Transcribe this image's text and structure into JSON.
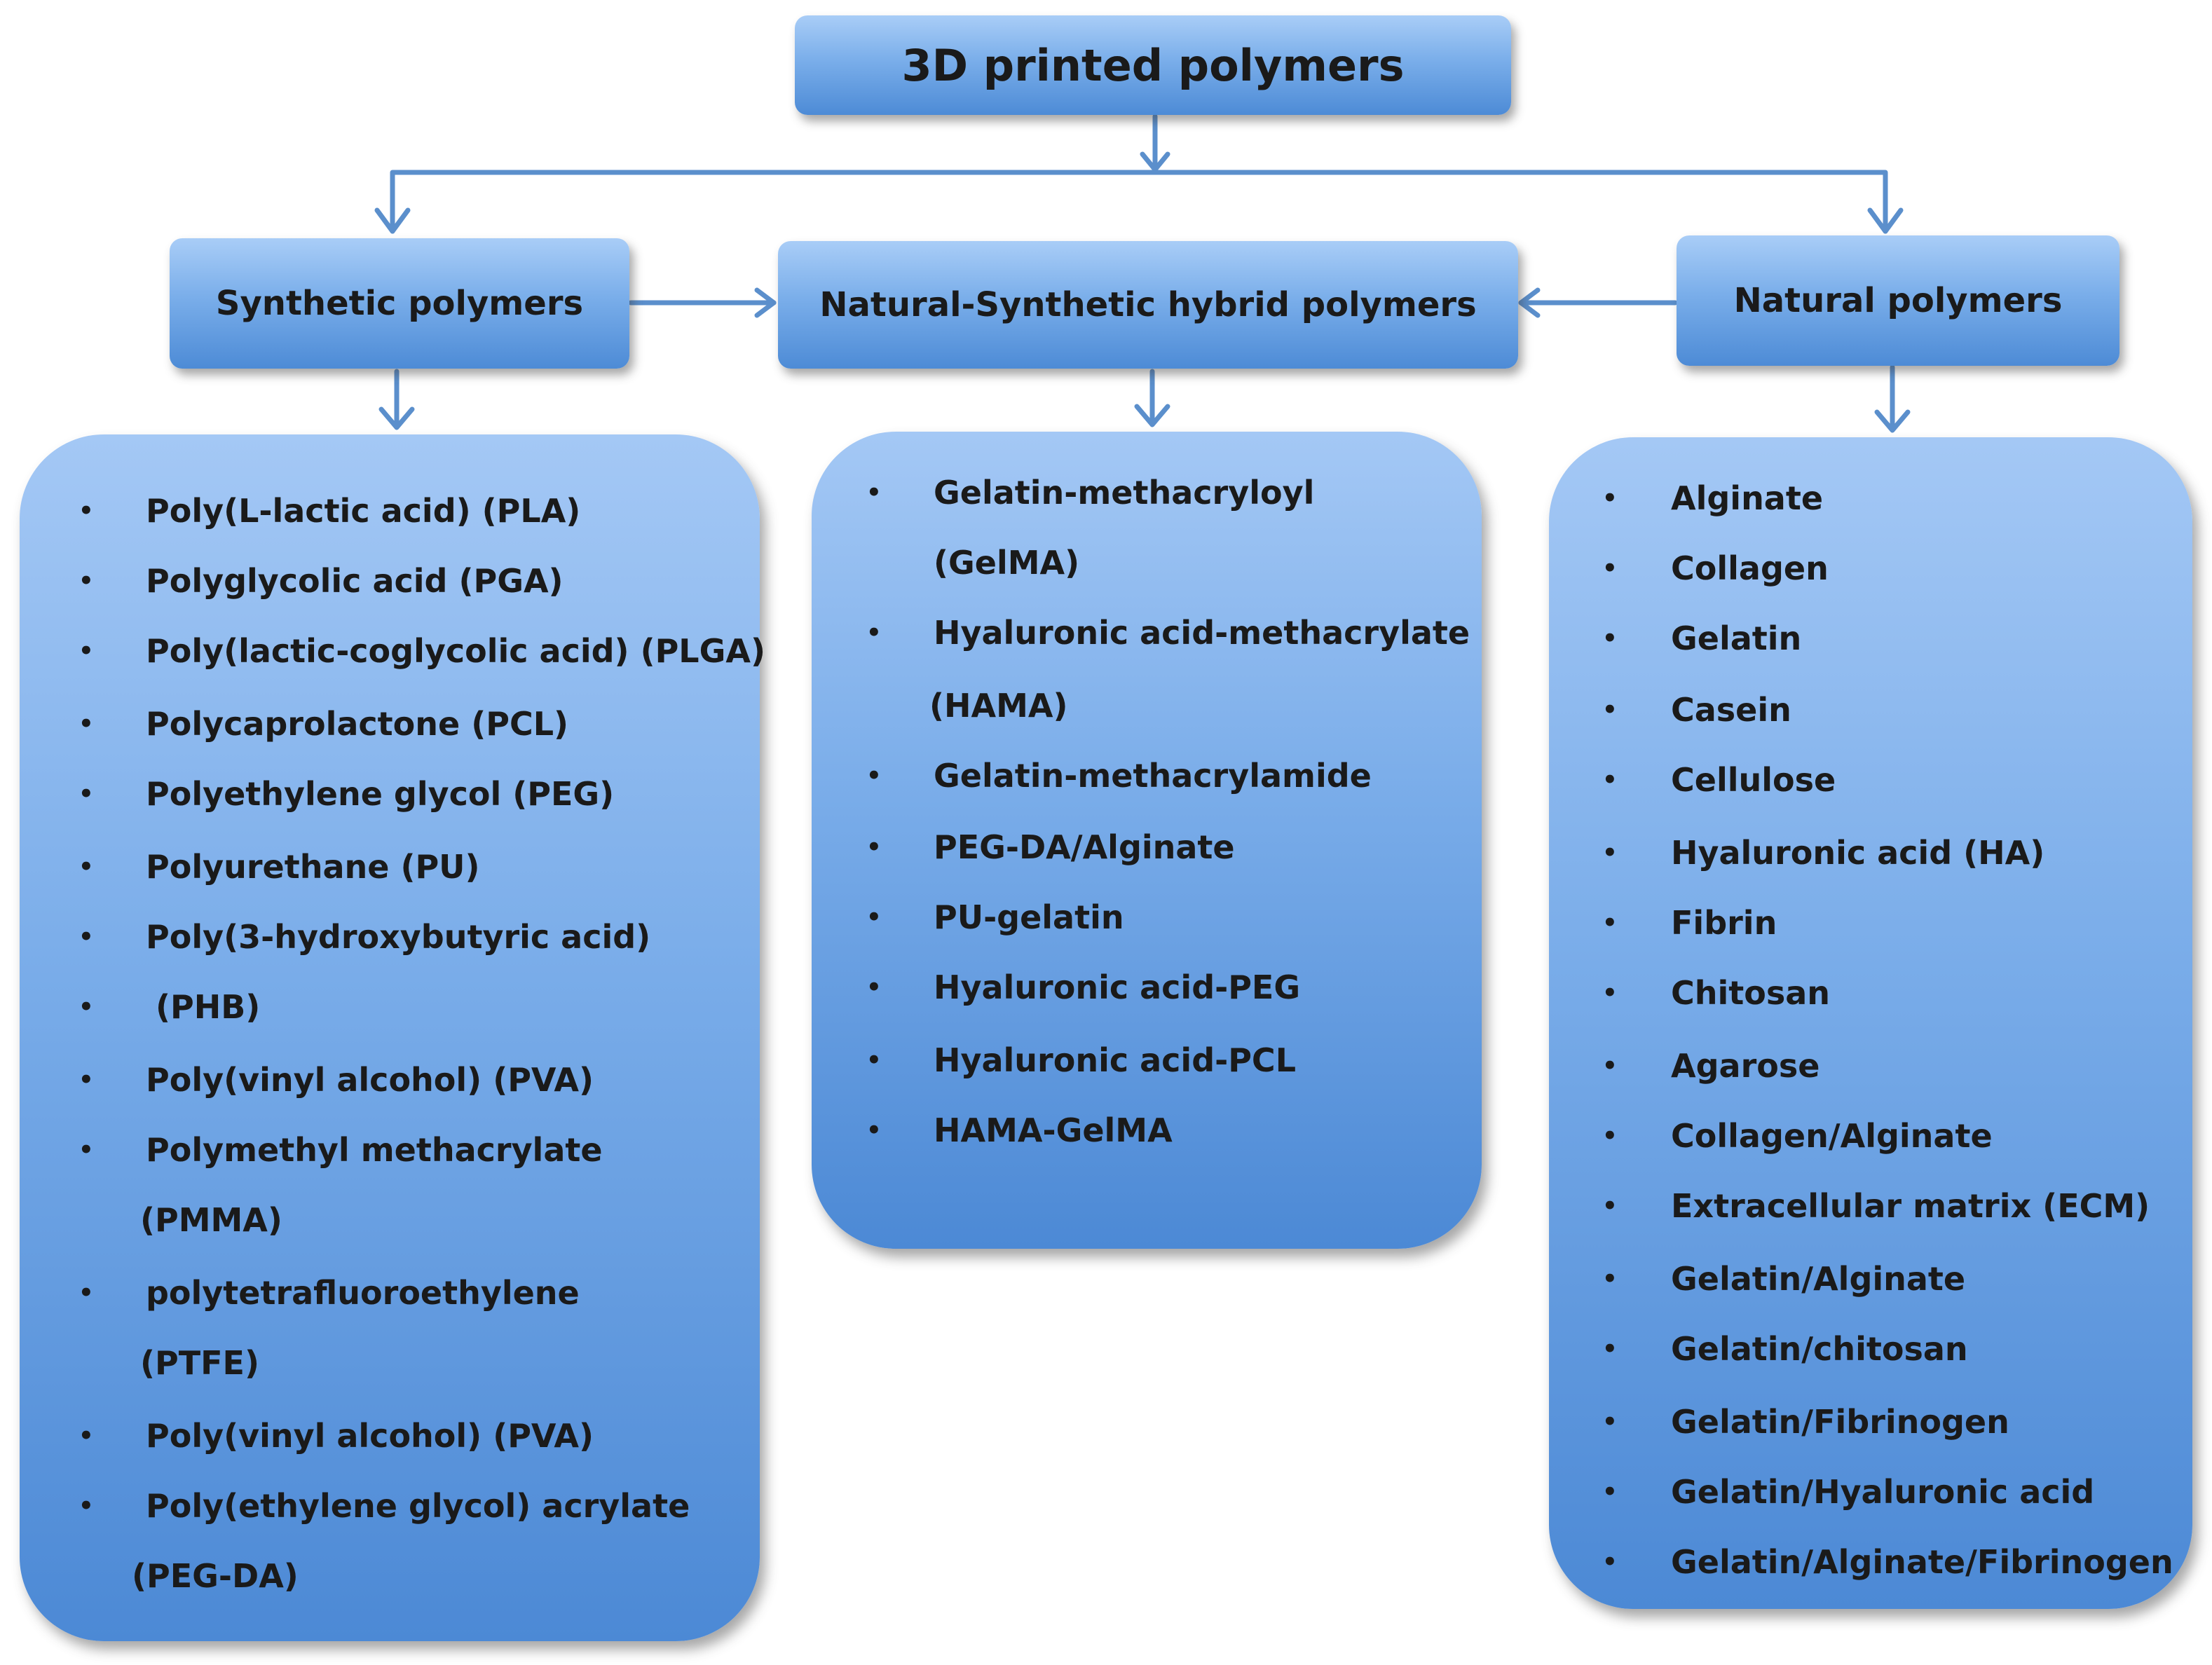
{
  "title": "3D printed polymers",
  "categories": {
    "synthetic": "Synthetic polymers",
    "hybrid": "Natural-Synthetic hybrid polymers",
    "natural": "Natural polymers"
  },
  "synthetic_lines": [
    "Poly(L-lactic acid) (PLA)",
    "Polyglycolic acid (PGA)",
    "Poly(lactic-coglycolic acid) (PLGA)",
    "Polycaprolactone (PCL)",
    "Polyethylene glycol (PEG)",
    "Polyurethane (PU)",
    "Poly(3-hydroxybutyric acid)",
    "(PHB)",
    "Poly(vinyl alcohol) (PVA)",
    "Polymethyl methacrylate",
    "(PMMA)",
    "polytetrafluoroethylene",
    "(PTFE)",
    "Poly(vinyl alcohol) (PVA)",
    "Poly(ethylene glycol) acrylate",
    "(PEG-DA)"
  ],
  "hybrid_lines": [
    "Gelatin-methacryloyl",
    "(GelMA)",
    "Hyaluronic acid-methacrylate",
    "(HAMA)",
    "Gelatin-methacrylamide",
    "PEG-DA/Alginate",
    "PU-gelatin",
    "Hyaluronic acid-PEG",
    "Hyaluronic acid-PCL",
    "HAMA-GelMA"
  ],
  "natural_lines": [
    "Alginate",
    "Collagen",
    "Gelatin",
    "Casein",
    "Cellulose",
    "Hyaluronic acid (HA)",
    "Fibrin",
    "Chitosan",
    "Agarose",
    "Collagen/Alginate",
    "Extracellular matrix (ECM)",
    "Gelatin/Alginate",
    "Gelatin/chitosan",
    "Gelatin/Fibrinogen",
    "Gelatin/Hyaluronic acid",
    "Gelatin/Alginate/Fibrinogen"
  ],
  "bullet_symbol": "•",
  "colors": {
    "box_top": "#a9cdf7",
    "box_bottom": "#4d8bd6",
    "connector": "#5b8fcc"
  }
}
